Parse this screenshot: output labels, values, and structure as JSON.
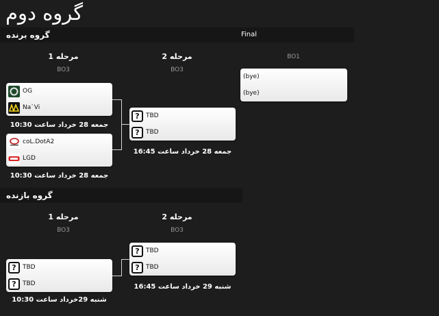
{
  "title": "گروه دوم",
  "upper": {
    "label": "گروه برنده",
    "round1": {
      "title": "مرحله 1",
      "format": "BO3"
    },
    "round2": {
      "title": "مرحله 2",
      "format": "BO3"
    },
    "match1": {
      "team1": "OG",
      "team2": "Na`Vi",
      "date": "جمعه 28 خرداد ساعت 10:30"
    },
    "match2": {
      "team1": "coL.DotA2",
      "team2": "LGD",
      "date": "جمعه 28 خرداد ساعت 10:30"
    },
    "match3": {
      "team1": "TBD",
      "team2": "TBD",
      "date": "جمعه 28 خرداد ساعت 16:45"
    }
  },
  "final": {
    "label": "Final",
    "format": "BO1",
    "team1": "(bye)",
    "team2": "(bye)"
  },
  "lower": {
    "label": "گروه بازنده",
    "round1": {
      "title": "مرحله 1",
      "format": "BO3"
    },
    "round2": {
      "title": "مرحله 2",
      "format": "BO3"
    },
    "match1": {
      "team1": "TBD",
      "team2": "TBD",
      "date": "شنبه 29خرداد ساعت 10:30"
    },
    "match2": {
      "team1": "TBD",
      "team2": "TBD",
      "date": "شنبه 29 خرداد ساعت 16:45"
    }
  },
  "icons": {
    "og": "og-logo-icon",
    "navi": "navi-logo-icon",
    "col": "col-logo-icon",
    "lgd": "lgd-logo-icon",
    "tbd": "question-mark-icon"
  }
}
